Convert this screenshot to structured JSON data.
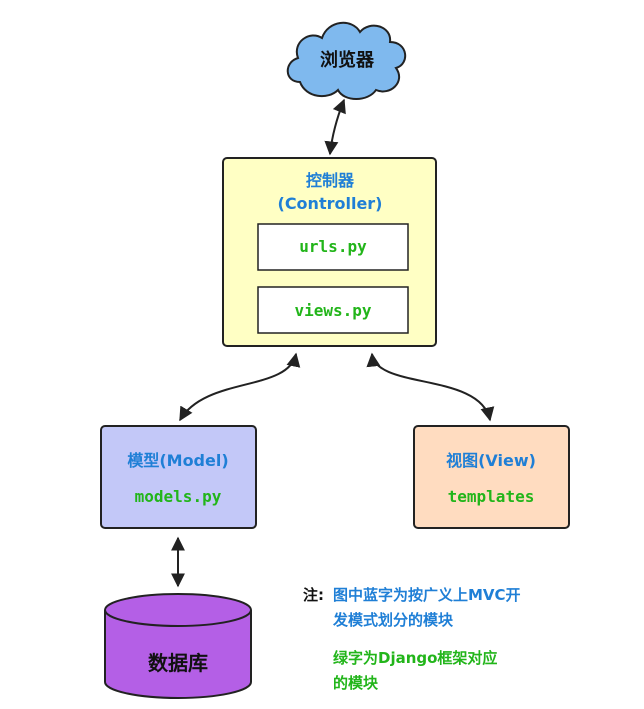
{
  "colors": {
    "blue_text": "#1f7fd6",
    "green_text": "#22b51a",
    "cloud_fill": "#7fb9ee",
    "controller_fill": "#ffffc4",
    "model_fill": "#c3c8f8",
    "view_fill": "#ffdcc0",
    "db_fill": "#b45fe6",
    "stroke": "#222222"
  },
  "browser": {
    "label": "浏览器",
    "shape": "cloud"
  },
  "controller": {
    "title_line1": "控制器",
    "title_line2": "(Controller)",
    "urls": "urls.py",
    "views": "views.py"
  },
  "model": {
    "title": "模型(Model)",
    "file": "models.py"
  },
  "view": {
    "title": "视图(View)",
    "file": "templates"
  },
  "database": {
    "label": "数据库",
    "shape": "cylinder"
  },
  "note": {
    "prefix": "注:",
    "line1": "图中蓝字为按广义上MVC开",
    "line2": "发模式划分的模块",
    "line3": "绿字为Django框架对应",
    "line4": "的模块"
  }
}
